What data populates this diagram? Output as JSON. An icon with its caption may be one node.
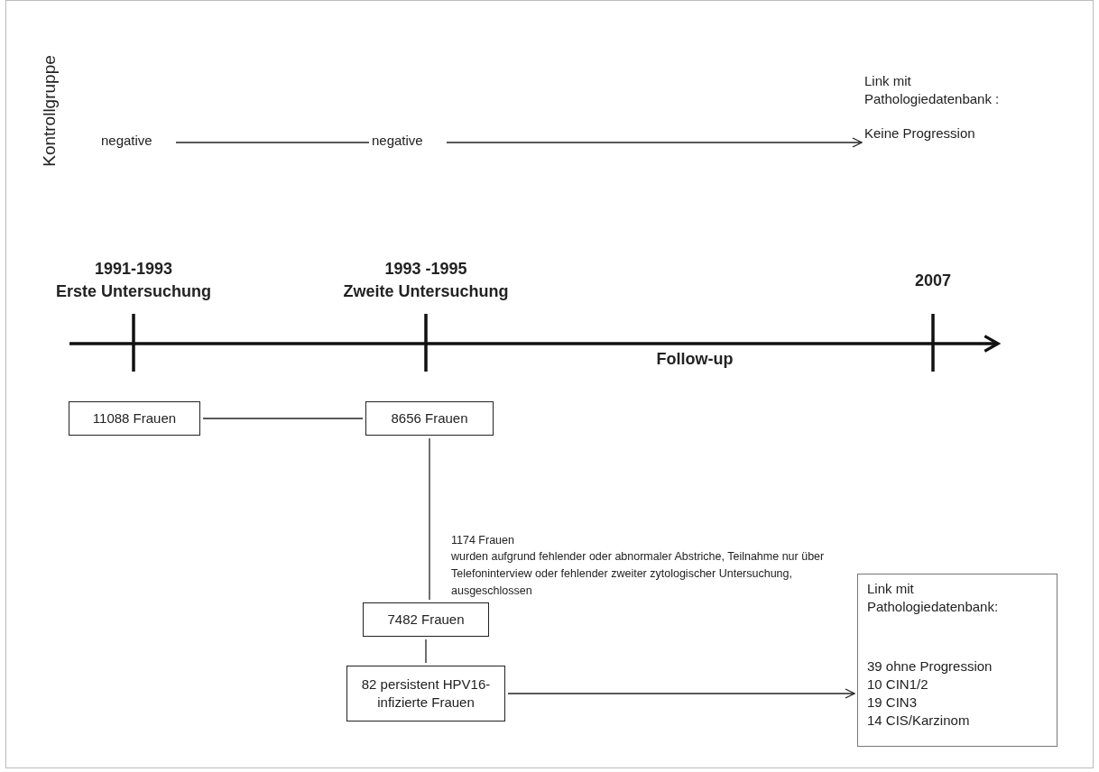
{
  "diagram": {
    "nodes": [
      {
        "text": [
          "negative"
        ]
      },
      {
        "text": [
          "negative"
        ]
      },
      {
        "text": [
          "Link mit Pathologiedatenbank :",
          "Keine Progression"
        ]
      },
      {
        "text": [
          "11088 Frauen"
        ]
      },
      {
        "text": [
          "8656 Frauen"
        ]
      },
      {
        "text": [
          "7482 Frauen"
        ]
      },
      {
        "text": [
          "82 persistent HPV16-infizierte Frauen"
        ]
      },
      {
        "text": [
          "Link mit Pathologiedatenbank:",
          "39 ohne Progression",
          "10 CIN1/2",
          "19 CIN3",
          "14 CIS/Karzinom"
        ]
      }
    ],
    "edges": [
      {
        "from": 0,
        "to": 1,
        "arrow": "none"
      },
      {
        "from": 1,
        "to": 2,
        "arrow": "to"
      },
      {
        "from": 3,
        "to": 4,
        "arrow": "none"
      },
      {
        "from": 4,
        "to": 5,
        "arrow": "none"
      },
      {
        "from": 5,
        "to": 6,
        "arrow": "none"
      },
      {
        "from": 6,
        "to": 7,
        "arrow": "to"
      }
    ],
    "labels": [
      "Kontrollgruppe",
      "1991-1993",
      "Erste Untersuchung",
      "1993 -1995",
      "Zweite Untersuchung",
      "2007",
      "Follow-up",
      "1174 Frauen",
      "wurden aufgrund fehlender oder abnormaler Abstriche, Teilnahme nur über Telefoninterview oder fehlender zweiter zytologischer Untersuchung, ausgeschlossen"
    ]
  }
}
